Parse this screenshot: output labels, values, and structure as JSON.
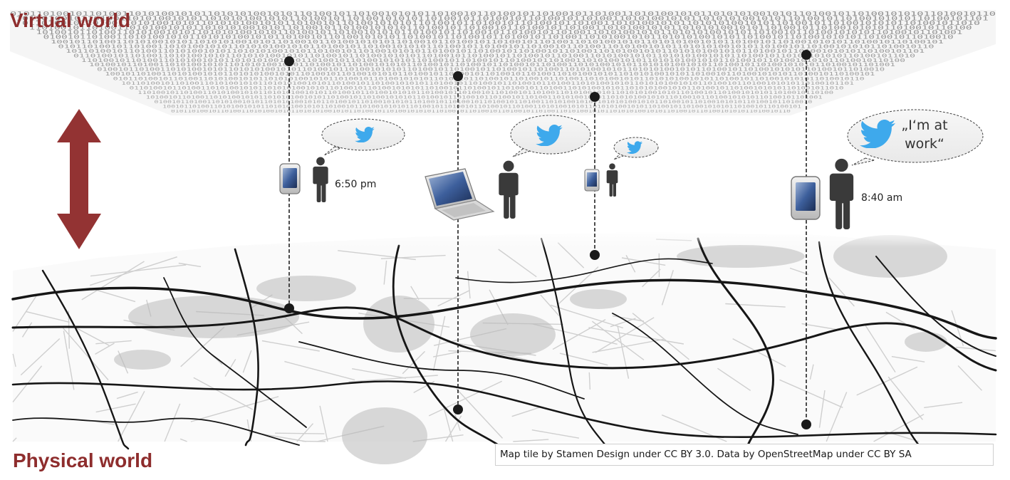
{
  "labels": {
    "virtual_world": "Virtual world",
    "physical_world": "Physical world"
  },
  "times": {
    "t1": "6:50 pm",
    "t2": "8:40 am"
  },
  "tweet": {
    "line1": "„I‘m at",
    "line2": "work“"
  },
  "credit": "Map tile by Stamen Design under CC BY 3.0. Data by OpenStreetMap under CC BY SA",
  "binary_pattern": "0101101001011010011010100101011010101001010110100101101001010101101001011010",
  "icons": {
    "arrow": "double-arrow-icon",
    "device": [
      "tablet-icon",
      "laptop-icon",
      "phone-icon"
    ],
    "person": "person-icon",
    "bird": "twitter-bird-icon"
  },
  "colors": {
    "accent": "#8e2d2d",
    "bird": "#3ea9ec",
    "connector": "#222222"
  }
}
